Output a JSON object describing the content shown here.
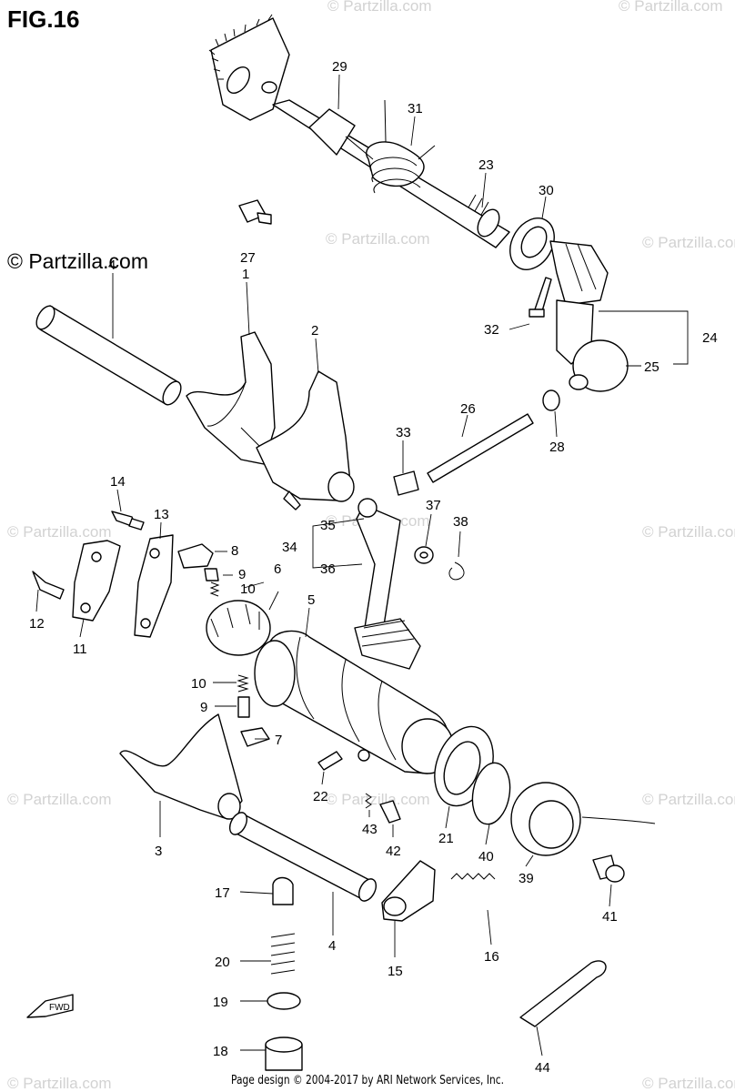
{
  "figure": {
    "title": "FIG.16",
    "brand": "© Partzilla.com",
    "watermark": "© Partzilla.com",
    "footer": "Page design © 2004-2017 by ARI Network Services, Inc.",
    "fwd_label": "FWD"
  },
  "callouts": [
    {
      "id": "c29",
      "text": "29"
    },
    {
      "id": "c31",
      "text": "31"
    },
    {
      "id": "c23",
      "text": "23"
    },
    {
      "id": "c30",
      "text": "30"
    },
    {
      "id": "c27",
      "text": "27"
    },
    {
      "id": "c4a",
      "text": "4"
    },
    {
      "id": "c1",
      "text": "1"
    },
    {
      "id": "c2",
      "text": "2"
    },
    {
      "id": "c32",
      "text": "32"
    },
    {
      "id": "c24",
      "text": "24"
    },
    {
      "id": "c25",
      "text": "25"
    },
    {
      "id": "c26",
      "text": "26"
    },
    {
      "id": "c33",
      "text": "33"
    },
    {
      "id": "c28",
      "text": "28"
    },
    {
      "id": "c14",
      "text": "14"
    },
    {
      "id": "c13",
      "text": "13"
    },
    {
      "id": "c35",
      "text": "35"
    },
    {
      "id": "c37",
      "text": "37"
    },
    {
      "id": "c38",
      "text": "38"
    },
    {
      "id": "c34",
      "text": "34"
    },
    {
      "id": "c36",
      "text": "36"
    },
    {
      "id": "c8",
      "text": "8"
    },
    {
      "id": "c9a",
      "text": "9"
    },
    {
      "id": "c6",
      "text": "6"
    },
    {
      "id": "c10a",
      "text": "10"
    },
    {
      "id": "c12",
      "text": "12"
    },
    {
      "id": "c11",
      "text": "11"
    },
    {
      "id": "c5",
      "text": "5"
    },
    {
      "id": "c10b",
      "text": "10"
    },
    {
      "id": "c9b",
      "text": "9"
    },
    {
      "id": "c7",
      "text": "7"
    },
    {
      "id": "c22",
      "text": "22"
    },
    {
      "id": "c43",
      "text": "43"
    },
    {
      "id": "c42",
      "text": "42"
    },
    {
      "id": "c21",
      "text": "21"
    },
    {
      "id": "c40",
      "text": "40"
    },
    {
      "id": "c39",
      "text": "39"
    },
    {
      "id": "c41",
      "text": "41"
    },
    {
      "id": "c3",
      "text": "3"
    },
    {
      "id": "c17",
      "text": "17"
    },
    {
      "id": "c4b",
      "text": "4"
    },
    {
      "id": "c15",
      "text": "15"
    },
    {
      "id": "c16",
      "text": "16"
    },
    {
      "id": "c20",
      "text": "20"
    },
    {
      "id": "c19",
      "text": "19"
    },
    {
      "id": "c18",
      "text": "18"
    },
    {
      "id": "c44",
      "text": "44"
    }
  ]
}
